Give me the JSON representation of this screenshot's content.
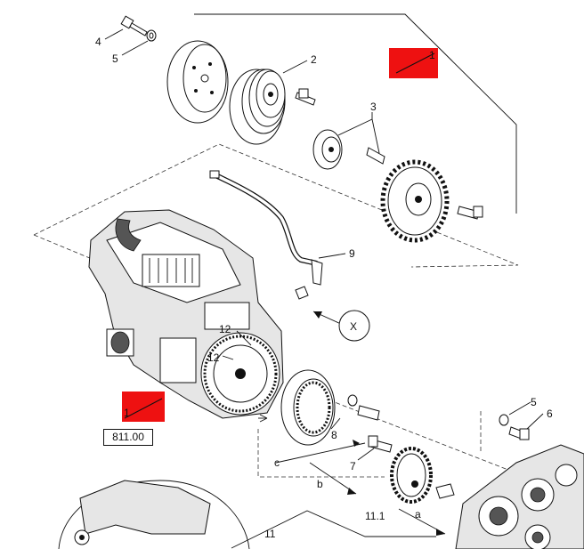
{
  "callouts": {
    "c1_top": "1",
    "c1_bottom": "1",
    "c2": "2",
    "c3": "3",
    "c4": "4",
    "c5_top": "5",
    "c5_right": "5",
    "c6": "6",
    "c7": "7",
    "c8": "8",
    "c9": "9",
    "c11": "11",
    "c11_1": "11.1",
    "c12_upper": "12",
    "c12_lower": "12",
    "cX": "X",
    "ca": "a",
    "cb": "b",
    "cc": "c"
  },
  "reference_box": "811.00",
  "colors": {
    "marker": "#ee1111",
    "line": "#111111"
  }
}
